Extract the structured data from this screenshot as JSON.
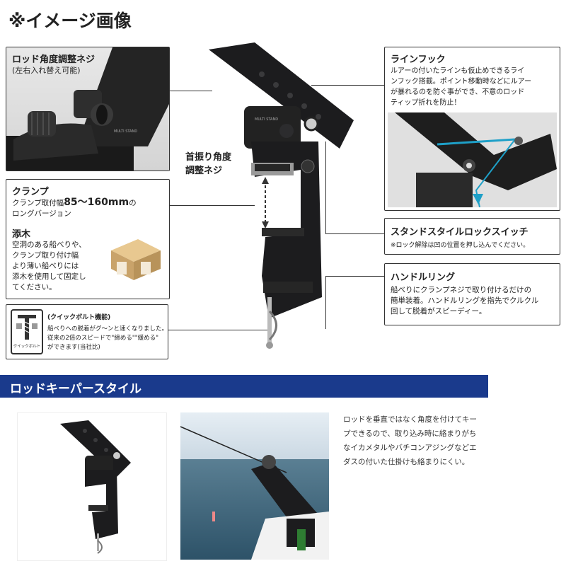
{
  "header": {
    "note": "※イメージ画像"
  },
  "callouts": {
    "rod_angle": {
      "title": "ロッド角度調整ネジ",
      "sub": "(左右入れ替え可能)"
    },
    "swing_angle": {
      "title_l1": "首振り角度",
      "title_l2": "調整ネジ"
    },
    "clamp": {
      "title": "クランプ",
      "line1_a": "クランプ取付幅",
      "line1_b": "85〜160mm",
      "line1_c": "の",
      "line2": "ロングバージョン"
    },
    "shim": {
      "title": "添木",
      "lines": [
        "空洞のある船べりや、",
        "クランプ取り付け幅",
        "より薄い船べりには",
        "添木を使用して固定し",
        "てください。"
      ]
    },
    "quick_bolt": {
      "title": "(クイックボルト機能)",
      "line1": "船べりへの脱着がグ〜ンと速くなりました。",
      "line2": "従来の2倍のスピードで\"締める\"\"緩める\"",
      "line3": "ができます(当社比)",
      "icon_label": "クイックボルト"
    },
    "line_hook": {
      "title": "ラインフック",
      "lines": [
        "ルアーの付いたラインも仮止めできるライ",
        "ンフック搭載。ポイント移動時などにルアー",
        "が暴れるのを防ぐ事ができ、不意のロッド",
        "ティップ折れを防止！"
      ]
    },
    "lock_switch": {
      "title": "スタンドスタイルロックスイッチ",
      "sub": "※ロック解除は凹の位置を押し込んでください。"
    },
    "handle_ring": {
      "title": "ハンドルリング",
      "lines": [
        "船べりにクランプネジで取り付けるだけの",
        "簡単装着。ハンドルリングを指先でクルクル",
        "回して脱着がスピーディー。"
      ]
    }
  },
  "product_label": "MULTI STAND",
  "section": {
    "title": "ロッドキーパースタイル",
    "bar_color": "#1a3a8c"
  },
  "description": {
    "lines": [
      "ロッドを垂直ではなく角度を付けてキー",
      "プできるので、取り込み時に絡まりがち",
      "なイカメタルやバチコンアジングなどエ",
      "ダスの付いた仕掛けも絡まりにくい。"
    ]
  },
  "colors": {
    "accent_line": "#1ea0c8",
    "product": "#1c1c1e"
  }
}
